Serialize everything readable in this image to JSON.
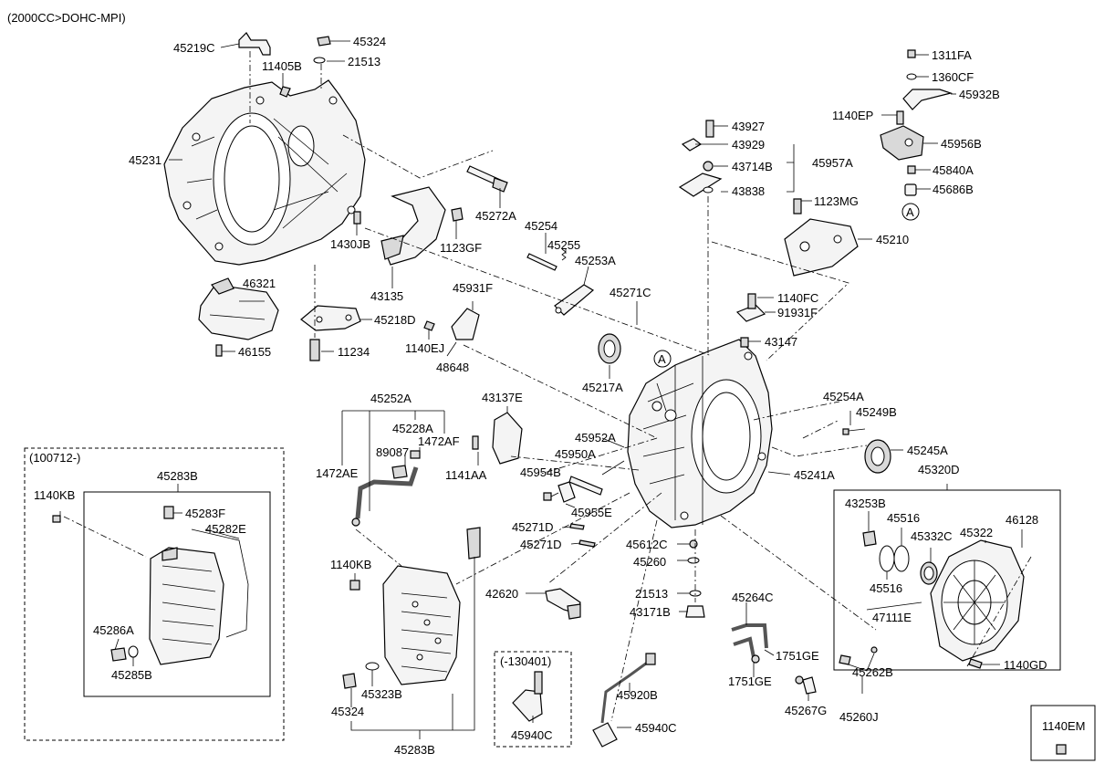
{
  "header": {
    "engine_spec": "(2000CC>DOHC-MPI)"
  },
  "boxes": {
    "variant_a": "(100712-)",
    "variant_b": "(-130401)",
    "legend_part": "1140EM"
  },
  "callouts": {
    "a_marker": "A"
  },
  "labels": [
    {
      "id": "l01",
      "text": "45219C"
    },
    {
      "id": "l02",
      "text": "45324"
    },
    {
      "id": "l03",
      "text": "21513"
    },
    {
      "id": "l04",
      "text": "11405B"
    },
    {
      "id": "l05",
      "text": "45231"
    },
    {
      "id": "l06",
      "text": "1430JB"
    },
    {
      "id": "l07",
      "text": "1123GF"
    },
    {
      "id": "l08",
      "text": "45272A"
    },
    {
      "id": "l09",
      "text": "43135"
    },
    {
      "id": "l10",
      "text": "46321"
    },
    {
      "id": "l11",
      "text": "45218D"
    },
    {
      "id": "l12",
      "text": "46155"
    },
    {
      "id": "l13",
      "text": "11234"
    },
    {
      "id": "l14",
      "text": "45254"
    },
    {
      "id": "l15",
      "text": "45255"
    },
    {
      "id": "l16",
      "text": "45253A"
    },
    {
      "id": "l17",
      "text": "45931F"
    },
    {
      "id": "l18",
      "text": "1140EJ"
    },
    {
      "id": "l19",
      "text": "48648"
    },
    {
      "id": "l20",
      "text": "45271C"
    },
    {
      "id": "l21",
      "text": "45217A"
    },
    {
      "id": "l22",
      "text": "43927"
    },
    {
      "id": "l23",
      "text": "43929"
    },
    {
      "id": "l24",
      "text": "43714B"
    },
    {
      "id": "l25",
      "text": "45957A"
    },
    {
      "id": "l26",
      "text": "43838"
    },
    {
      "id": "l27",
      "text": "1123MG"
    },
    {
      "id": "l28",
      "text": "45210"
    },
    {
      "id": "l29",
      "text": "1140FC"
    },
    {
      "id": "l30",
      "text": "91931F"
    },
    {
      "id": "l31",
      "text": "43147"
    },
    {
      "id": "l32",
      "text": "1311FA"
    },
    {
      "id": "l33",
      "text": "1360CF"
    },
    {
      "id": "l34",
      "text": "45932B"
    },
    {
      "id": "l35",
      "text": "1140EP"
    },
    {
      "id": "l36",
      "text": "45956B"
    },
    {
      "id": "l37",
      "text": "45840A"
    },
    {
      "id": "l38",
      "text": "45686B"
    },
    {
      "id": "l39",
      "text": "45252A"
    },
    {
      "id": "l40",
      "text": "45228A"
    },
    {
      "id": "l41",
      "text": "89087"
    },
    {
      "id": "l42",
      "text": "1472AF"
    },
    {
      "id": "l43",
      "text": "1472AE"
    },
    {
      "id": "l44",
      "text": "1141AA"
    },
    {
      "id": "l45",
      "text": "43137E"
    },
    {
      "id": "l46",
      "text": "45952A"
    },
    {
      "id": "l47",
      "text": "45950A"
    },
    {
      "id": "l48",
      "text": "45954B"
    },
    {
      "id": "l49",
      "text": "45955E"
    },
    {
      "id": "l50",
      "text": "45271D"
    },
    {
      "id": "l51",
      "text": "45271D"
    },
    {
      "id": "l52",
      "text": "45254A"
    },
    {
      "id": "l53",
      "text": "45249B"
    },
    {
      "id": "l54",
      "text": "45245A"
    },
    {
      "id": "l55",
      "text": "45241A"
    },
    {
      "id": "l56",
      "text": "45320D"
    },
    {
      "id": "l57",
      "text": "43253B"
    },
    {
      "id": "l58",
      "text": "45516"
    },
    {
      "id": "l59",
      "text": "45332C"
    },
    {
      "id": "l60",
      "text": "45322"
    },
    {
      "id": "l61",
      "text": "46128"
    },
    {
      "id": "l62",
      "text": "45516"
    },
    {
      "id": "l63",
      "text": "47111E"
    },
    {
      "id": "l64",
      "text": "1140GD"
    },
    {
      "id": "l65",
      "text": "45262B"
    },
    {
      "id": "l66",
      "text": "45260J"
    },
    {
      "id": "l67",
      "text": "45283B"
    },
    {
      "id": "l68",
      "text": "1140KB"
    },
    {
      "id": "l69",
      "text": "45283F"
    },
    {
      "id": "l70",
      "text": "45282E"
    },
    {
      "id": "l71",
      "text": "45286A"
    },
    {
      "id": "l72",
      "text": "45285B"
    },
    {
      "id": "l73",
      "text": "1140KB"
    },
    {
      "id": "l74",
      "text": "45323B"
    },
    {
      "id": "l75",
      "text": "45324"
    },
    {
      "id": "l76",
      "text": "45283B"
    },
    {
      "id": "l77",
      "text": "42620"
    },
    {
      "id": "l78",
      "text": "45612C"
    },
    {
      "id": "l79",
      "text": "45260"
    },
    {
      "id": "l80",
      "text": "21513"
    },
    {
      "id": "l81",
      "text": "43171B"
    },
    {
      "id": "l82",
      "text": "45264C"
    },
    {
      "id": "l83",
      "text": "1751GE"
    },
    {
      "id": "l84",
      "text": "1751GE"
    },
    {
      "id": "l85",
      "text": "45267G"
    },
    {
      "id": "l86",
      "text": "45940C"
    },
    {
      "id": "l87",
      "text": "45920B"
    },
    {
      "id": "l88",
      "text": "45940C"
    }
  ]
}
